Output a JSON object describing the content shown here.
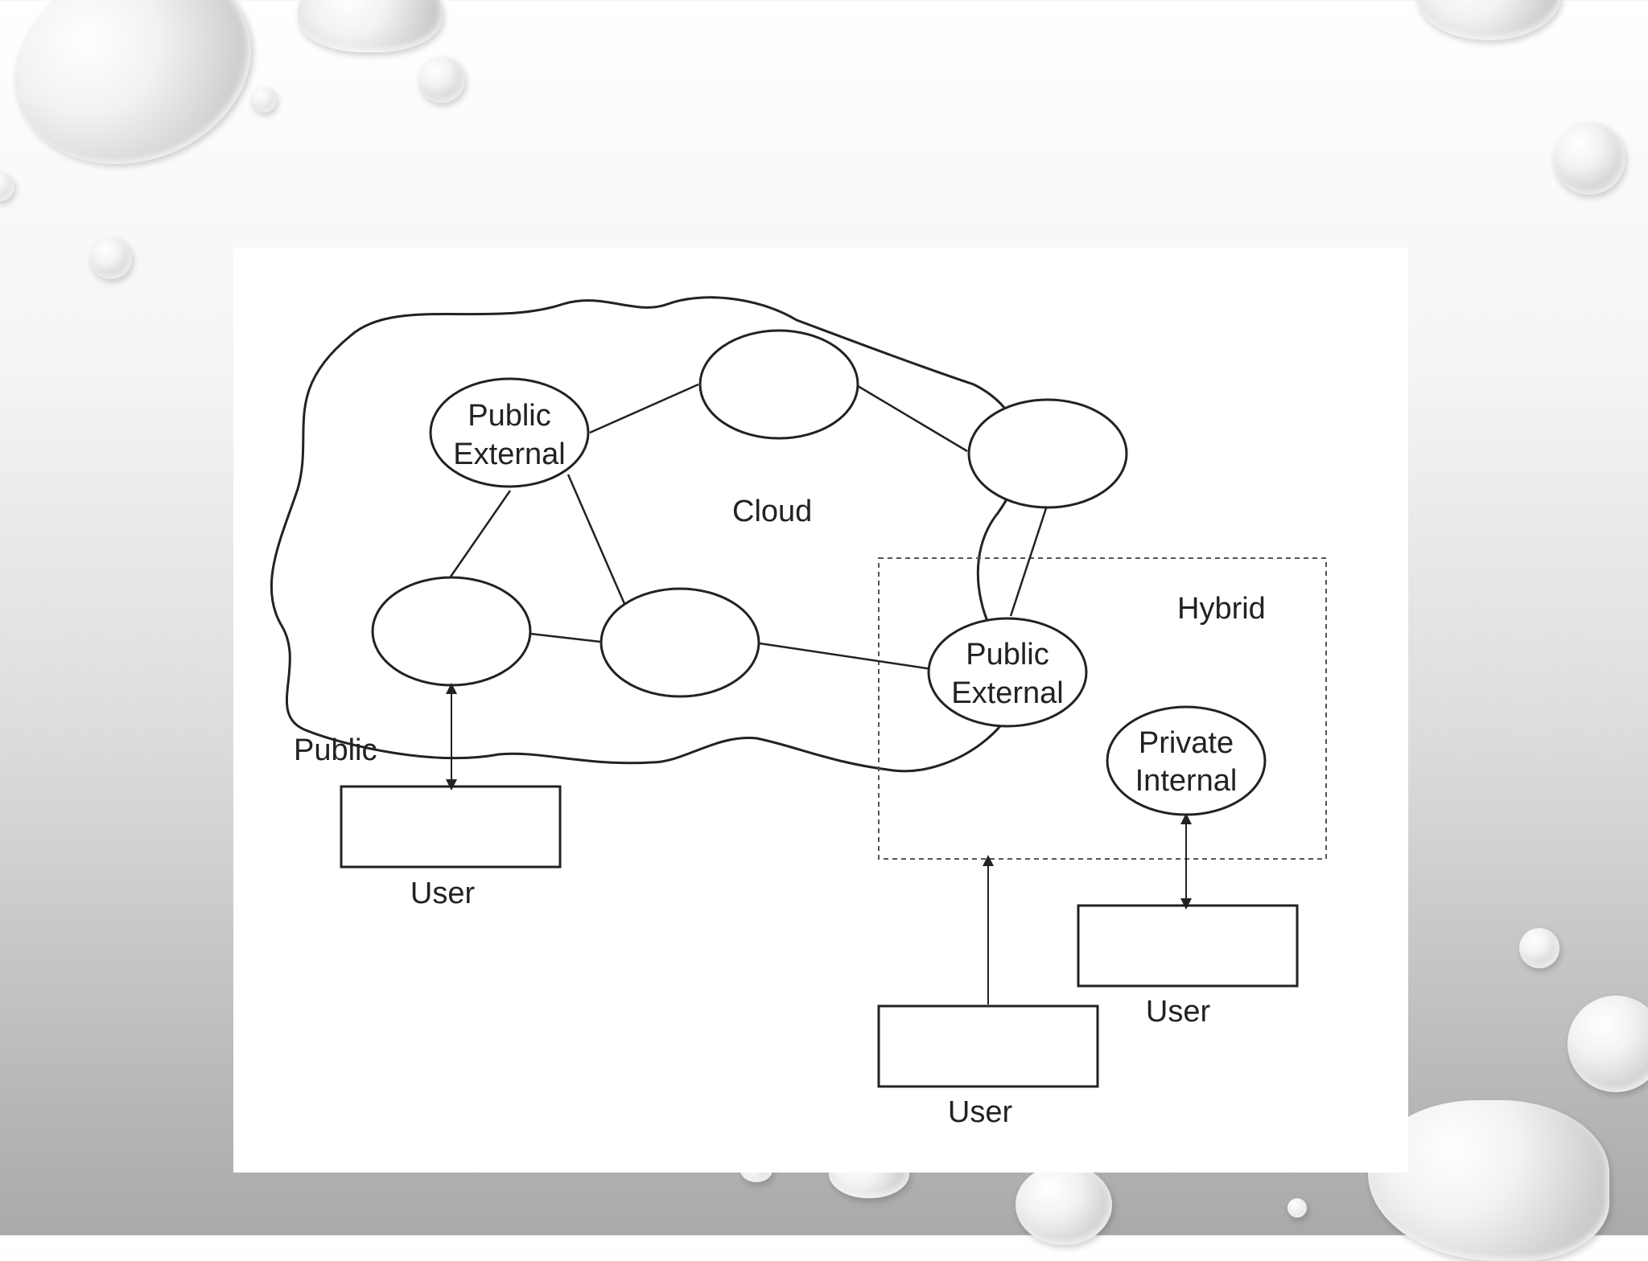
{
  "diagram": {
    "cloud_label": "Cloud",
    "hybrid_label": "Hybrid",
    "public_label": "Public",
    "node_public_external_1": {
      "line1": "Public",
      "line2": "External"
    },
    "node_public_external_2": {
      "line1": "Public",
      "line2": "External"
    },
    "node_private_internal": {
      "line1": "Private",
      "line2": "Internal"
    },
    "user_left": "User",
    "user_right": "User",
    "user_bottom": "User"
  }
}
